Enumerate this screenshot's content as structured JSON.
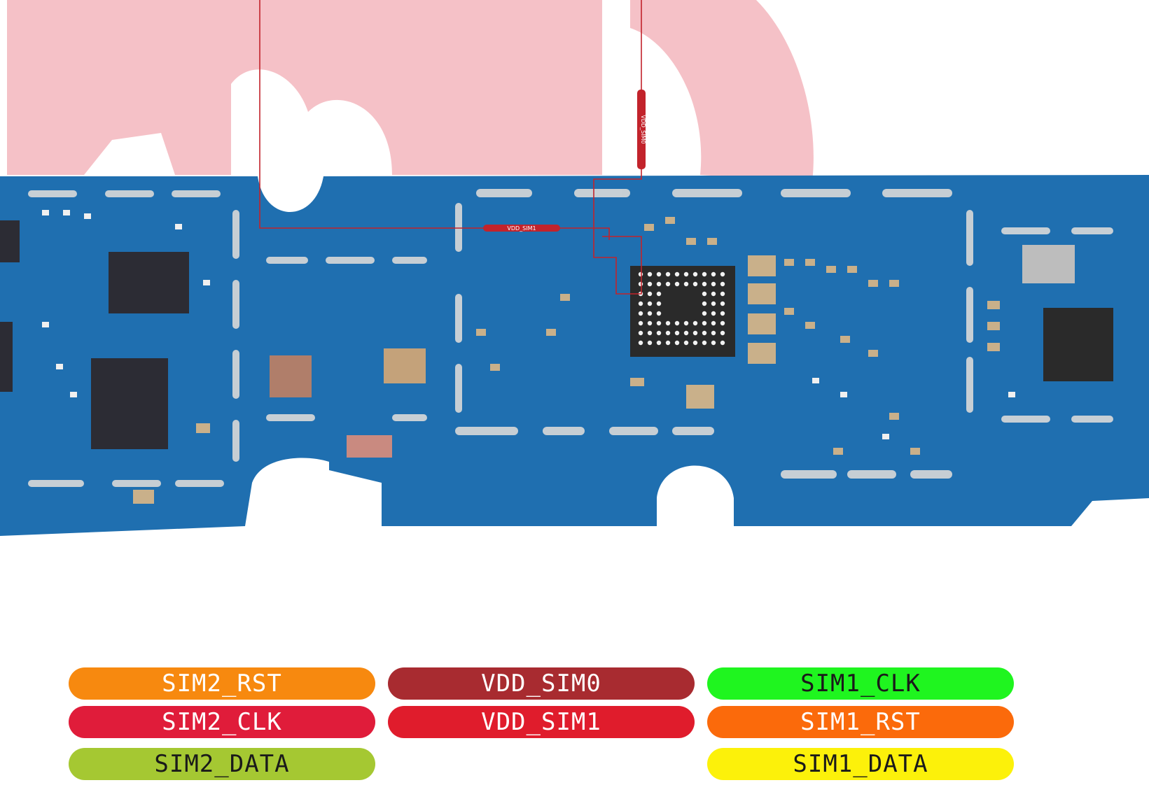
{
  "board": {
    "pcb_color": "#1f6fb0",
    "highlight_color": "#c2232b",
    "watermark_color": "#f4b6bd",
    "trace_labels": [
      {
        "id": "vdd_sim0_tag",
        "text": "VDD_SIM0"
      },
      {
        "id": "vdd_sim1_tag",
        "text": "VDD_SIM1"
      }
    ]
  },
  "legend": {
    "items": [
      {
        "label": "SIM2_RST",
        "color": "#f7890f",
        "text_color": "#ffffff"
      },
      {
        "label": "VDD_SIM0",
        "color": "#a82b30",
        "text_color": "#ffffff"
      },
      {
        "label": "SIM1_CLK",
        "color": "#1ff51f",
        "text_color": "#1a1a1a"
      },
      {
        "label": "SIM2_CLK",
        "color": "#e01c3a",
        "text_color": "#ffffff"
      },
      {
        "label": "VDD_SIM1",
        "color": "#e01c2c",
        "text_color": "#ffffff"
      },
      {
        "label": "SIM1_RST",
        "color": "#fb6a0b",
        "text_color": "#ffffff"
      },
      {
        "label": "SIM2_DATA",
        "color": "#a5c832",
        "text_color": "#1a1a1a"
      },
      {
        "label": "SIM1_DATA",
        "color": "#fcf10a",
        "text_color": "#1a1a1a"
      }
    ]
  }
}
